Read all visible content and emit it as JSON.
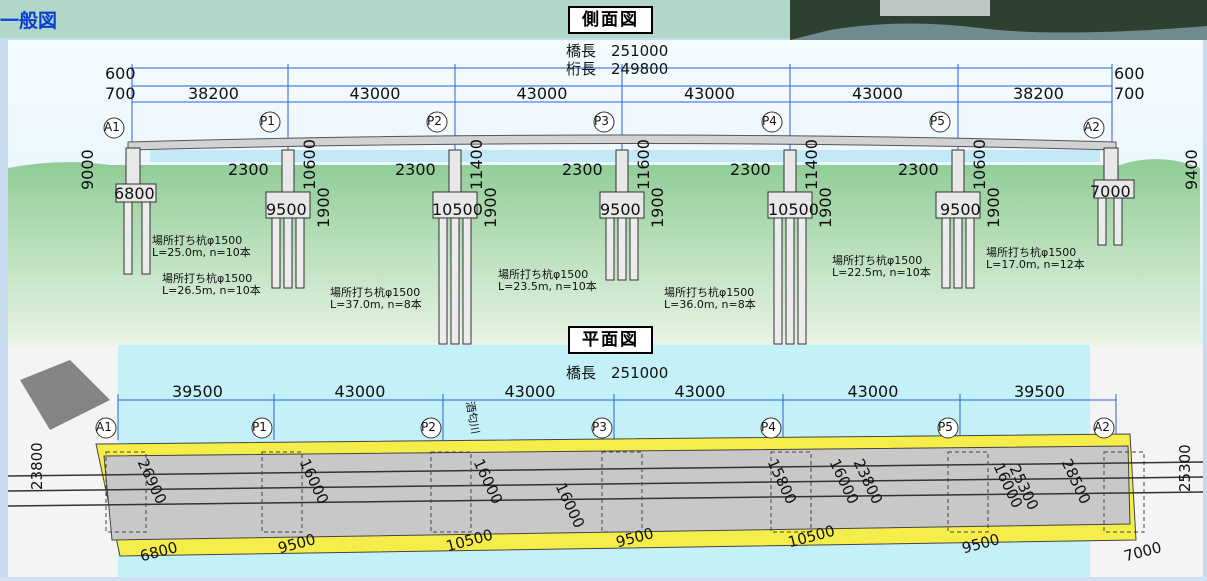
{
  "header": {
    "title": "一般図"
  },
  "side_view": {
    "title": "側面図",
    "bridge_length": "橋長　251000",
    "girder_length": "桁長　249800",
    "end_left_top": "600",
    "end_left_bottom": "700",
    "end_right_top": "600",
    "end_right_bottom": "700",
    "spans": [
      "38200",
      "43000",
      "43000",
      "43000",
      "43000",
      "38200"
    ],
    "supports": [
      "A1",
      "P1",
      "P2",
      "P3",
      "P4",
      "P5",
      "A2"
    ],
    "pier_top": [
      "2300",
      "2300",
      "2300",
      "2300",
      "2300"
    ],
    "pier_heights": [
      "10600",
      "11400",
      "11600",
      "11400",
      "10600"
    ],
    "footing_thickness": [
      "1900",
      "1900",
      "1900",
      "1900",
      "1900"
    ],
    "footing_widths": [
      "6800",
      "9500",
      "10500",
      "9500",
      "10500",
      "9500",
      "7000"
    ],
    "abutment_heights": [
      "9000",
      "9400"
    ],
    "pile_notes": [
      {
        "line1": "場所打ち杭φ1500",
        "line2": "L=25.0m, n=10本"
      },
      {
        "line1": "場所打ち杭φ1500",
        "line2": "L=26.5m, n=10本"
      },
      {
        "line1": "場所打ち杭φ1500",
        "line2": "L=37.0m, n=8本"
      },
      {
        "line1": "場所打ち杭φ1500",
        "line2": "L=23.5m, n=10本"
      },
      {
        "line1": "場所打ち杭φ1500",
        "line2": "L=36.0m, n=8本"
      },
      {
        "line1": "場所打ち杭φ1500",
        "line2": "L=22.5m, n=10本"
      },
      {
        "line1": "場所打ち杭φ1500",
        "line2": "L=17.0m, n=12本"
      }
    ]
  },
  "plan_view": {
    "title": "平面図",
    "bridge_length": "橋長　251000",
    "spans": [
      "39500",
      "43000",
      "43000",
      "43000",
      "43000",
      "39500"
    ],
    "supports": [
      "A1",
      "P1",
      "P2",
      "P3",
      "P4",
      "P5",
      "A2"
    ],
    "river_label": "酒匂川",
    "widths_left": [
      "23800"
    ],
    "widths_right": [
      "25300"
    ],
    "deck_labels": [
      "26900",
      "16000",
      "16000",
      "16000",
      "15800",
      "16000",
      "23800",
      "16000",
      "25300",
      "28500"
    ],
    "bottom_dims": [
      "6800",
      "9500",
      "10500",
      "9500",
      "10500",
      "9500",
      "7000"
    ]
  },
  "colors": {
    "header": "#0a3fcf",
    "deck_edge": "#f5ee4a",
    "deck": "#c8c8c8",
    "ground": "#8fcc96",
    "water": "#bfeef7",
    "dim": "#2a62d6"
  }
}
